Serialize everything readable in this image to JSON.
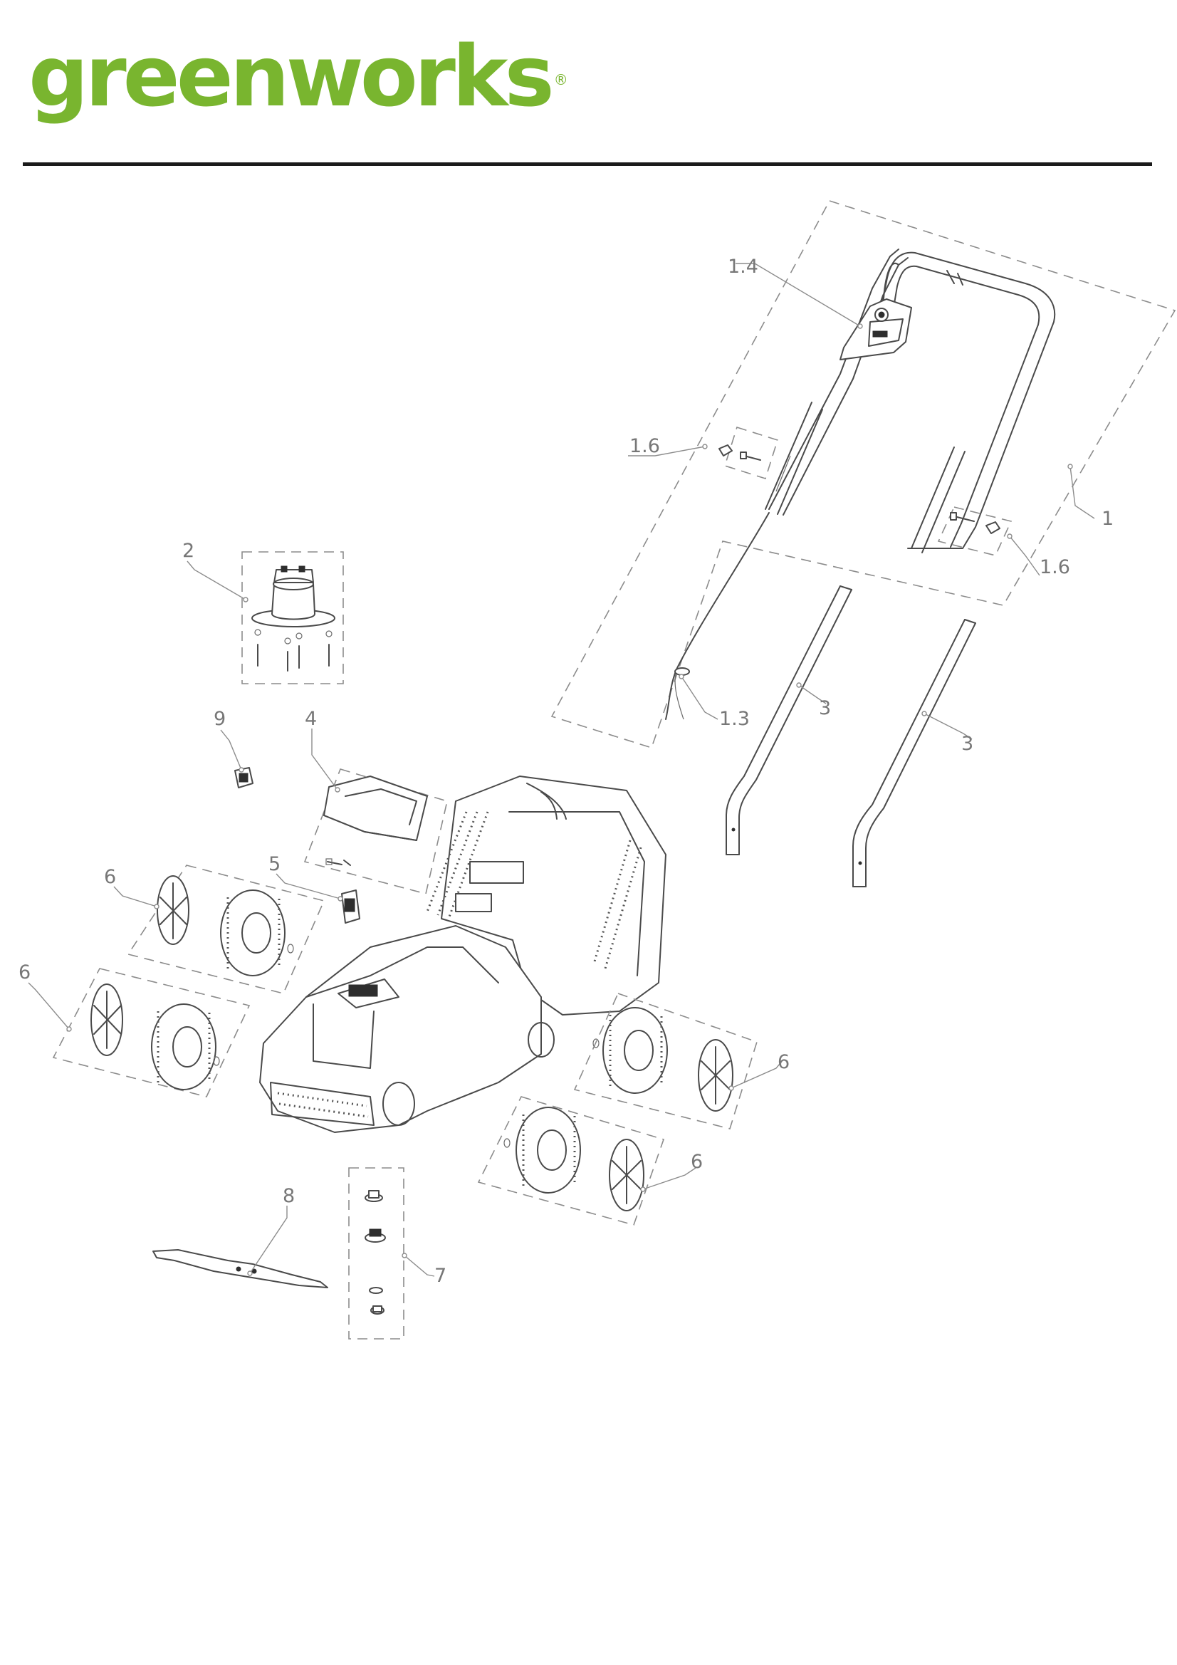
{
  "brand": {
    "name": "greenworks",
    "registered_mark": "®",
    "color": "#79b52f"
  },
  "header_rule_color": "#1a1a1a",
  "callouts": {
    "handle_assembly": "1",
    "switch_box": "1.4",
    "knob_left": "1.6",
    "knob_right": "1.6",
    "cable_clip": "1.3",
    "motor": "2",
    "lower_handle_left": "3",
    "lower_handle_right": "3",
    "battery_cover": "4",
    "safety_key": "5",
    "wheel_front_left": "6",
    "wheel_rear_left": "6",
    "wheel_front_right": "6",
    "wheel_rear_right": "6",
    "blade_fixing_kit": "7",
    "blade": "8",
    "switch_unit": "9"
  }
}
